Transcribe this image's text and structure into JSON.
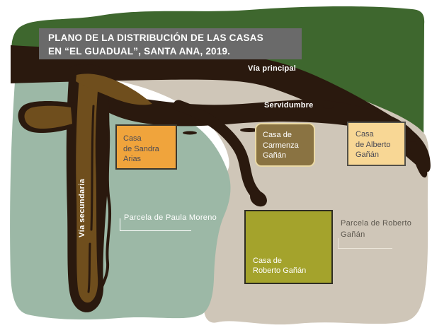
{
  "title": {
    "text": "PLANO DE LA DISTRIBUCIÓN DE LAS CASAS\nEN “EL GUADUAL”, SANTA ANA, 2019."
  },
  "roads": {
    "principal": "Vía principal",
    "servidumbre": "Servidumbre",
    "secundaria": "Vía secundaria"
  },
  "houses": {
    "sandra": {
      "label": "Casa\nde Sandra\nArias",
      "color": "#f0a43c"
    },
    "carmenza": {
      "label": "Casa de\nCarmenza\nGañán",
      "color": "#8a7342"
    },
    "alberto": {
      "label": "Casa\nde Alberto\nGañán",
      "color": "#f8d795"
    },
    "roberto": {
      "label": "Casa de\nRoberto Gañán",
      "color": "#a4a32c"
    }
  },
  "parcels": {
    "paula": {
      "label": "Parcela de Paula Moreno",
      "color": "#9cb8a6"
    },
    "roberto": {
      "label": "Parcela de Roberto Gañán",
      "color": "#cfc6b8"
    }
  },
  "colors": {
    "forest_green": "#3e672e",
    "road_dark": "#2a190e",
    "road_brown": "#6f4e1d",
    "title_gray": "#6a6a6a",
    "background": "#ffffff"
  }
}
